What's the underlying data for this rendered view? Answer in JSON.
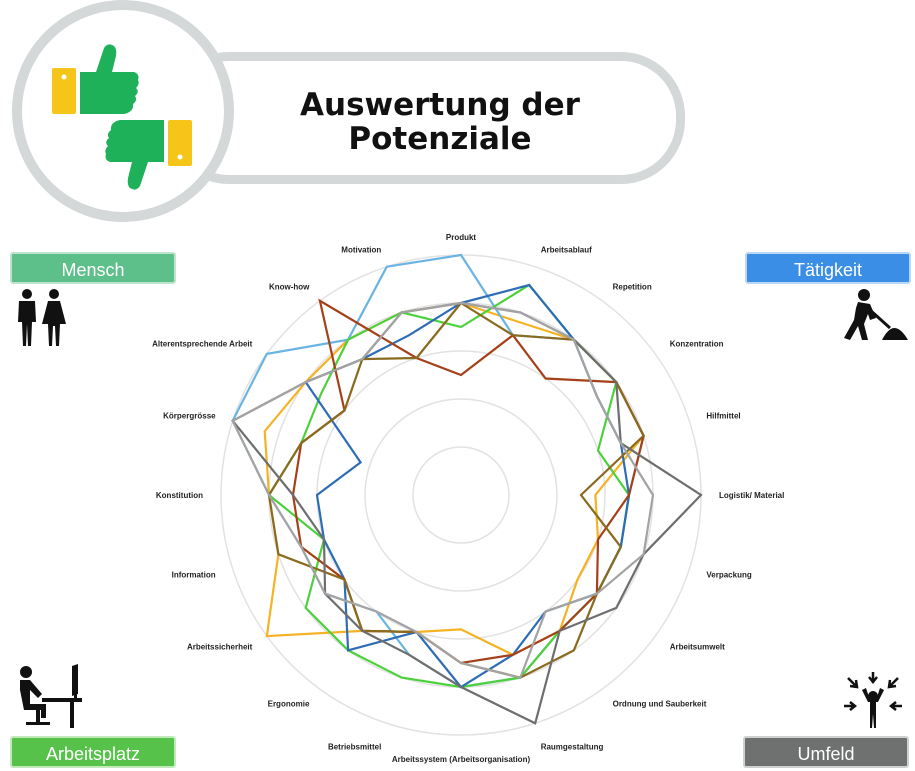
{
  "header": {
    "title_line1": "Auswertung der",
    "title_line2": "Potenziale"
  },
  "categories": {
    "mensch": "Mensch",
    "taetigkeit": "Tätigkeit",
    "arbeitsplatz": "Arbeitsplatz",
    "umfeld": "Umfeld"
  },
  "icons": {
    "header": "thumbs-up-down-icon",
    "mensch": "man-woman-icon",
    "taetigkeit": "construction-worker-icon",
    "arbeitsplatz": "computer-workstation-icon",
    "umfeld": "person-arrows-icon"
  },
  "colors": {
    "frame": "#d5d8d8",
    "thumb_green": "#1fb15a",
    "thumb_yellow": "#f6c519",
    "mensch": "#5dbf8a",
    "taetigkeit": "#3b8ee6",
    "arbeitsplatz": "#57c24a",
    "umfeld": "#6f7170"
  },
  "chart_data": {
    "type": "radar",
    "title": "",
    "axes": [
      "Produkt",
      "Arbeitsablauf",
      "Repetition",
      "Konzentration",
      "Hilfmittel",
      "Logistik/ Material",
      "Verpackung",
      "Arbeitsumwelt",
      "Ordnung und Sauberkeit",
      "Raumgestaltung",
      "Arbeitssystem (Arbeitsorganisation)",
      "Betriebsmittel",
      "Ergonomie",
      "Arbeitssicherheit",
      "Information",
      "Konstitution",
      "Körpergrösse",
      "Alterentsprechende Arbeit",
      "Know-how",
      "Motivation"
    ],
    "range": [
      0,
      5
    ],
    "grid_rings": 5,
    "grid": true,
    "legend": false,
    "series": [
      {
        "color": "#f5b324",
        "values": [
          4.0,
          3.8,
          4.0,
          4.0,
          4.0,
          2.8,
          3.0,
          3.0,
          3.5,
          3.5,
          2.8,
          3.0,
          3.5,
          5.0,
          4.0,
          4.0,
          4.3,
          4.0,
          4.0,
          4.0
        ]
      },
      {
        "color": "#6ab4e3",
        "values": [
          5.0,
          3.5,
          4.0,
          4.0,
          4.0,
          3.5,
          3.5,
          3.5,
          3.5,
          4.0,
          4.0,
          3.5,
          3.0,
          3.5,
          3.5,
          4.0,
          5.0,
          5.0,
          4.0,
          5.0
        ]
      },
      {
        "color": "#4cd13c",
        "values": [
          3.5,
          4.6,
          4.0,
          4.0,
          3.0,
          3.5,
          3.5,
          3.5,
          3.5,
          4.0,
          4.0,
          4.0,
          4.0,
          4.0,
          3.0,
          4.0,
          3.5,
          3.6,
          4.0,
          4.0
        ]
      },
      {
        "color": "#2e6db5",
        "values": [
          4.0,
          4.6,
          4.0,
          3.5,
          3.5,
          3.5,
          3.5,
          3.5,
          3.0,
          3.5,
          4.0,
          3.0,
          4.0,
          3.0,
          3.0,
          3.0,
          2.2,
          4.0,
          3.5,
          3.5
        ]
      },
      {
        "color": "#a5411a",
        "values": [
          2.5,
          3.5,
          3.0,
          4.0,
          4.0,
          3.5,
          3.0,
          3.5,
          3.5,
          3.5,
          3.5,
          3.0,
          3.5,
          3.0,
          3.5,
          3.5,
          3.5,
          3.0,
          5.0,
          3.0
        ]
      },
      {
        "color": "#8a6a1f",
        "values": [
          4.0,
          3.5,
          4.0,
          4.0,
          4.0,
          2.5,
          3.5,
          3.5,
          4.0,
          4.0,
          3.5,
          3.0,
          3.5,
          3.0,
          4.0,
          4.0,
          3.5,
          3.0,
          3.5,
          3.0
        ]
      },
      {
        "color": "#6e6e6e",
        "values": [
          4.0,
          4.0,
          4.0,
          4.0,
          3.5,
          5.0,
          4.0,
          4.0,
          3.5,
          5.0,
          4.0,
          3.5,
          3.5,
          3.5,
          3.0,
          3.5,
          5.0,
          4.0,
          3.5,
          4.0
        ]
      },
      {
        "color": "#a3a3a3",
        "values": [
          4.0,
          4.0,
          4.0,
          3.5,
          3.5,
          4.0,
          4.0,
          3.5,
          3.0,
          4.0,
          3.5,
          3.0,
          3.0,
          3.5,
          3.5,
          4.0,
          5.0,
          4.0,
          3.5,
          4.0
        ]
      }
    ]
  }
}
